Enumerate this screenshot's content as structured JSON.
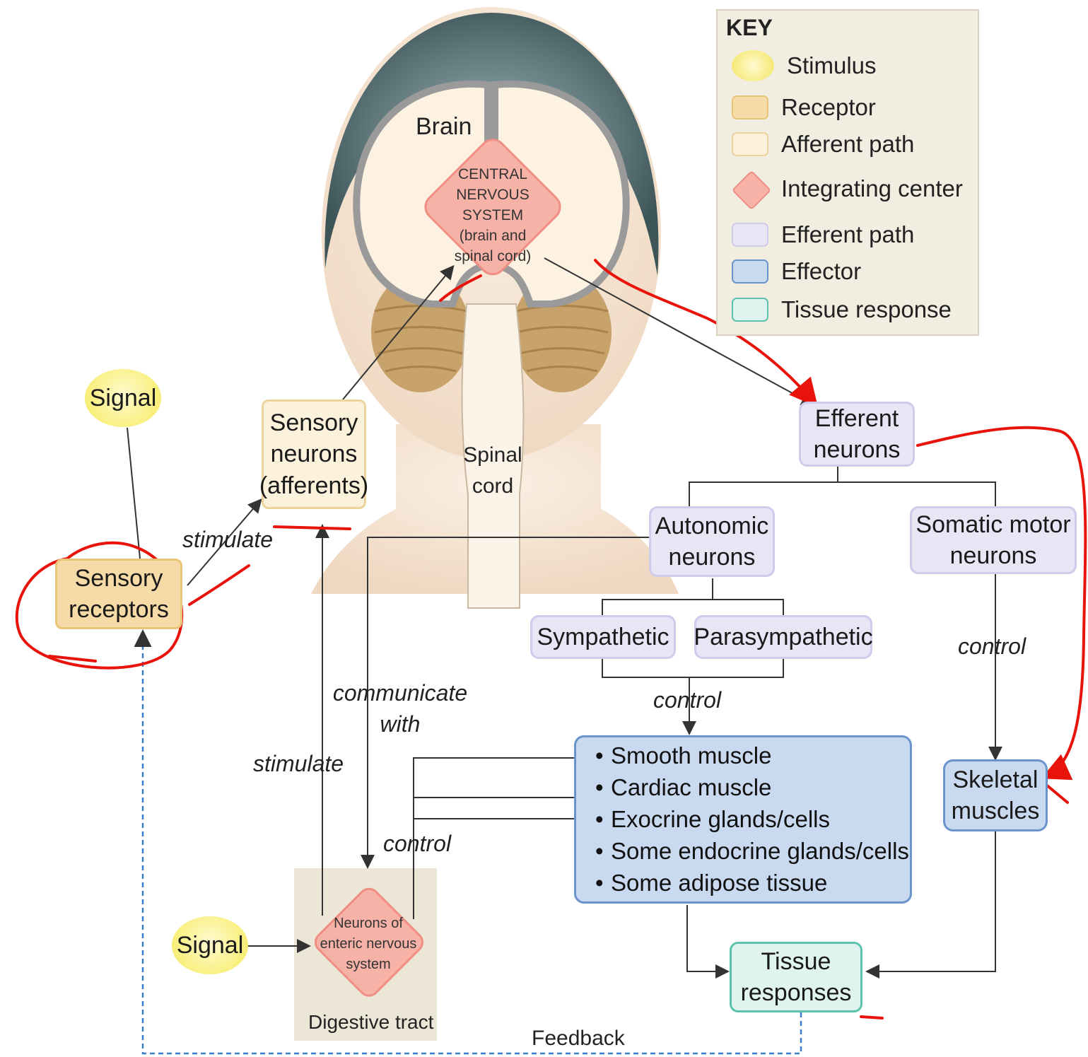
{
  "key": {
    "title": "KEY",
    "items": [
      {
        "label": "Stimulus",
        "color": "#f8ef7d"
      },
      {
        "label": "Receptor",
        "color": "#f6dba7"
      },
      {
        "label": "Afferent path",
        "color": "#fcf2dc"
      },
      {
        "label": "Integrating center",
        "color": "#f7b2a8"
      },
      {
        "label": "Efferent path",
        "color": "#e8e5f5"
      },
      {
        "label": "Effector",
        "color": "#c9daf0"
      },
      {
        "label": "Tissue response",
        "color": "#e0f4ef"
      }
    ]
  },
  "head": {
    "brain_label": "Brain",
    "cns_label": "CENTRAL\nNERVOUS\nSYSTEM\n(brain and\nspinal cord)",
    "spinal_label": "Spinal\ncord"
  },
  "nodes": {
    "signal_top": "Signal",
    "signal_bottom": "Signal",
    "sensory_receptors": "Sensory\nreceptors",
    "sensory_neurons": "Sensory\nneurons\n(afferents)",
    "efferent_neurons": "Efferent\nneurons",
    "autonomic_neurons": "Autonomic\nneurons",
    "somatic_motor_neurons": "Somatic motor\nneurons",
    "sympathetic": "Sympathetic",
    "parasympathetic": "Parasympathetic",
    "enteric": "Neurons of\nenteric nervous\nsystem",
    "digestive_tract": "Digestive tract",
    "skeletal_muscles": "Skeletal\nmuscles",
    "tissue_responses": "Tissue\nresponses",
    "effectors": [
      "Smooth muscle",
      "Cardiac muscle",
      "Exocrine glands/cells",
      "Some endocrine glands/cells",
      "Some adipose tissue"
    ]
  },
  "edge_labels": {
    "stimulate_top": "stimulate",
    "stimulate_bottom": "stimulate",
    "communicate_with": "communicate\nwith",
    "control_autonomic": "control",
    "control_somatic": "control",
    "control_enteric": "control",
    "feedback": "Feedback"
  },
  "colors": {
    "integrating_center": "#f7b2a8",
    "annotation_red": "#e8140c",
    "feedback_line": "#3a7fc8"
  }
}
